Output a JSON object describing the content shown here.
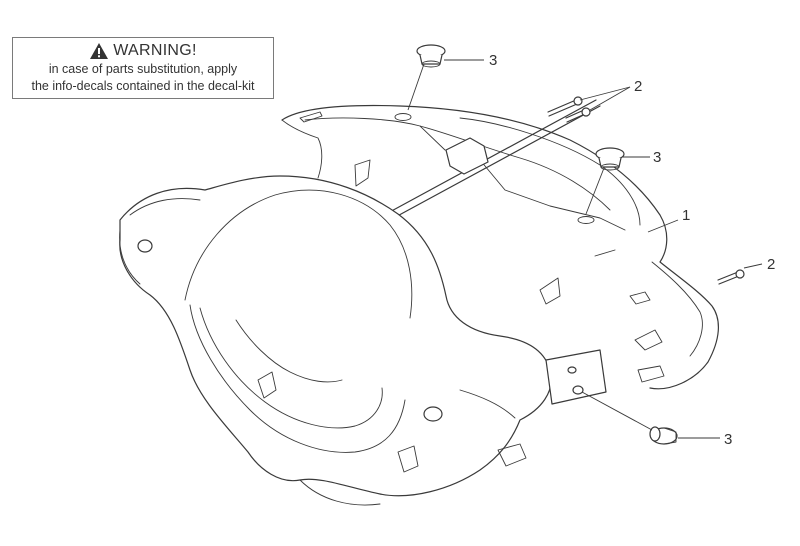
{
  "warning": {
    "icon": "warning-triangle-icon",
    "title": "WARNING!",
    "line1": "in case of parts substitution, apply",
    "line2": "the info-decals contained in the decal-kit"
  },
  "callouts": {
    "cover": "1",
    "screws_top": "2",
    "screw_right": "2",
    "clip_top": "3",
    "clip_mid": "3",
    "clip_bottom": "3"
  }
}
